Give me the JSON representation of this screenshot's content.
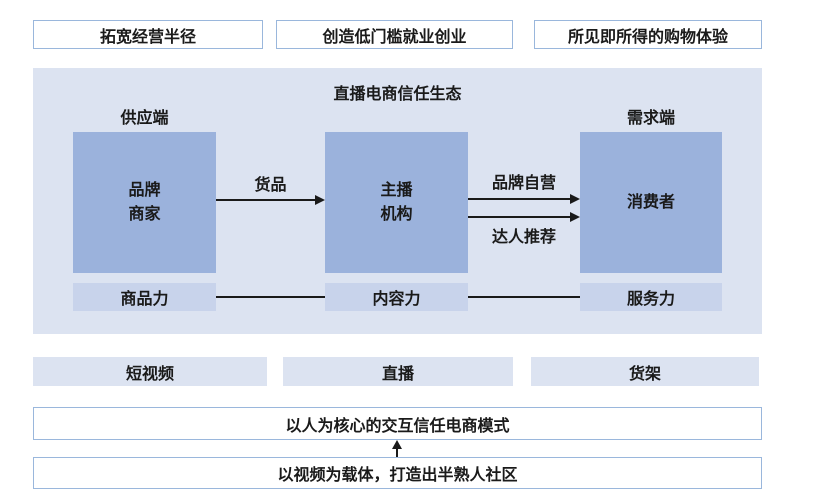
{
  "colors": {
    "actor_fill": "#9bb2dc",
    "capability_fill": "#c8d3eb",
    "panel_bg": "#dce3f1",
    "channel_fill": "#dce3f1",
    "box_border": "#9ab7dc",
    "line": "#1a1a1a",
    "text": "#1a1a1a"
  },
  "benefits": {
    "items": [
      "拓宽经营半径",
      "创造低门槛就业创业",
      "所见即所得的购物体验"
    ]
  },
  "ecosystem": {
    "title": "直播电商信任生态",
    "supply_label": "供应端",
    "demand_label": "需求端",
    "actors": {
      "brand": "品牌\n商家",
      "anchor": "主播\n机构",
      "consumer": "消费者"
    },
    "flows": {
      "goods": "货品",
      "brand_self": "品牌自营",
      "influencer": "达人推荐"
    },
    "capabilities": {
      "product": "商品力",
      "content": "内容力",
      "service": "服务力"
    }
  },
  "channels": {
    "items": [
      "短视频",
      "直播",
      "货架"
    ]
  },
  "foundations": {
    "model": "以人为核心的交互信任电商模式",
    "community": "以视频为载体，打造出半熟人社区"
  }
}
